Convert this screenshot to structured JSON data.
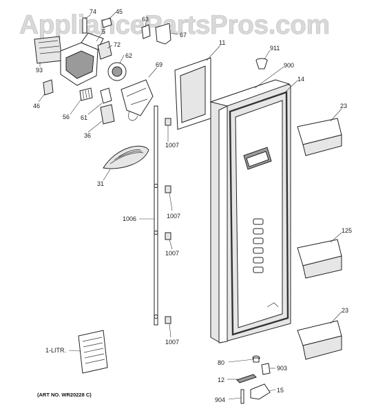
{
  "watermark": "AppliancePartsPros.com",
  "art_number": "(ART NO. WR20228 C)",
  "callouts": {
    "c74": "74",
    "c45": "45",
    "c63": "63",
    "c67": "67",
    "c5": "5",
    "c72": "72",
    "c62": "62",
    "c69": "69",
    "c93": "93",
    "c46": "46",
    "c56": "56",
    "c61": "61",
    "c36": "36",
    "c31": "31",
    "c11": "11",
    "c911": "911",
    "c900": "900",
    "c14": "14",
    "c23a": "23",
    "c125": "125",
    "c23b": "23",
    "c1007a": "1007",
    "c1007b": "1007",
    "c1007c": "1007",
    "c1007d": "1007",
    "c1006": "1006",
    "c1litr": "1-LITR.",
    "c80": "80",
    "c903": "903",
    "c12": "12",
    "c15": "15",
    "c904": "904"
  }
}
